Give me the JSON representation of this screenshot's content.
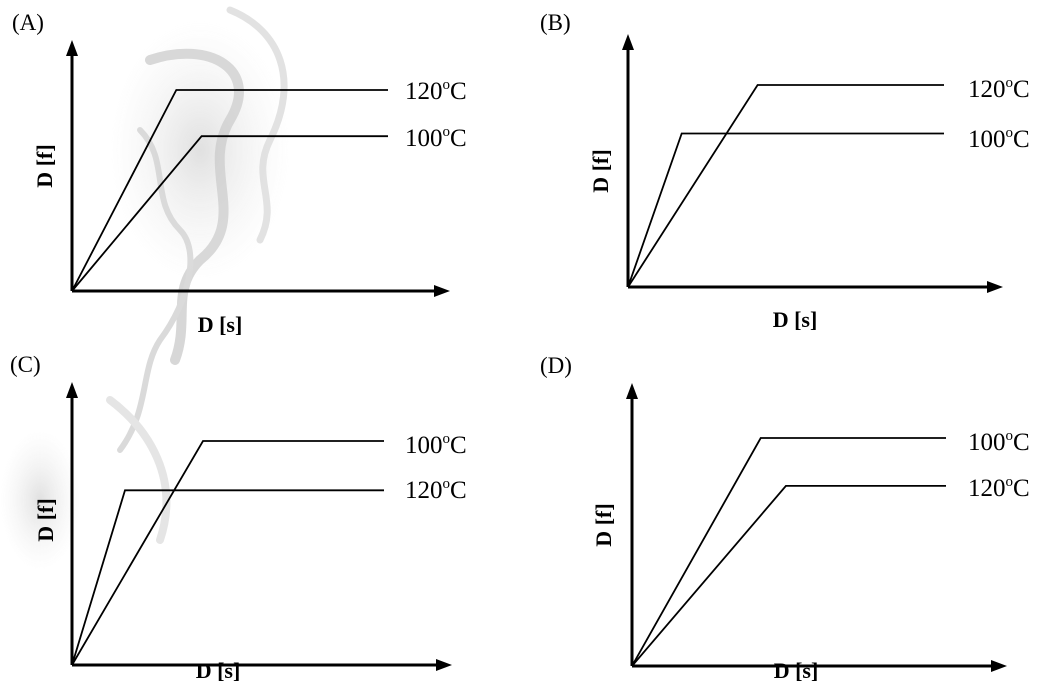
{
  "chart_data": [
    {
      "type": "line",
      "panel": "(A)",
      "xlabel": "D [s]",
      "ylabel": "D [f]",
      "series": [
        {
          "name": "120",
          "unit_sup": "o",
          "unit": "C",
          "points": [
            [
              0,
              0
            ],
            [
              0.33,
              1.0
            ],
            [
              1.0,
              1.0
            ]
          ]
        },
        {
          "name": "100",
          "unit_sup": "o",
          "unit": "C",
          "points": [
            [
              0,
              0
            ],
            [
              0.41,
              0.77
            ],
            [
              1.0,
              0.77
            ]
          ]
        }
      ]
    },
    {
      "type": "line",
      "panel": "(B)",
      "xlabel": "D [s]",
      "ylabel": "D [f]",
      "series": [
        {
          "name": "120",
          "unit_sup": "o",
          "unit": "C",
          "points": [
            [
              0,
              0
            ],
            [
              0.41,
              1.0
            ],
            [
              1.0,
              1.0
            ]
          ]
        },
        {
          "name": "100",
          "unit_sup": "o",
          "unit": "C",
          "points": [
            [
              0,
              0
            ],
            [
              0.17,
              0.76
            ],
            [
              1.0,
              0.76
            ]
          ]
        }
      ]
    },
    {
      "type": "line",
      "panel": "(C)",
      "xlabel": "D [s]",
      "ylabel": "D [f]",
      "series": [
        {
          "name": "100",
          "unit_sup": "o",
          "unit": "C",
          "points": [
            [
              0,
              0
            ],
            [
              0.42,
              1.0
            ],
            [
              1.0,
              1.0
            ]
          ]
        },
        {
          "name": "120",
          "unit_sup": "o",
          "unit": "C",
          "points": [
            [
              0,
              0
            ],
            [
              0.17,
              0.78
            ],
            [
              1.0,
              0.78
            ]
          ]
        }
      ]
    },
    {
      "type": "line",
      "panel": "(D)",
      "xlabel": "D [s]",
      "ylabel": "D [f]",
      "series": [
        {
          "name": "100",
          "unit_sup": "o",
          "unit": "C",
          "points": [
            [
              0,
              0
            ],
            [
              0.41,
              1.0
            ],
            [
              1.0,
              1.0
            ]
          ]
        },
        {
          "name": "120",
          "unit_sup": "o",
          "unit": "C",
          "points": [
            [
              0,
              0
            ],
            [
              0.49,
              0.79
            ],
            [
              1.0,
              0.79
            ]
          ]
        }
      ]
    }
  ]
}
